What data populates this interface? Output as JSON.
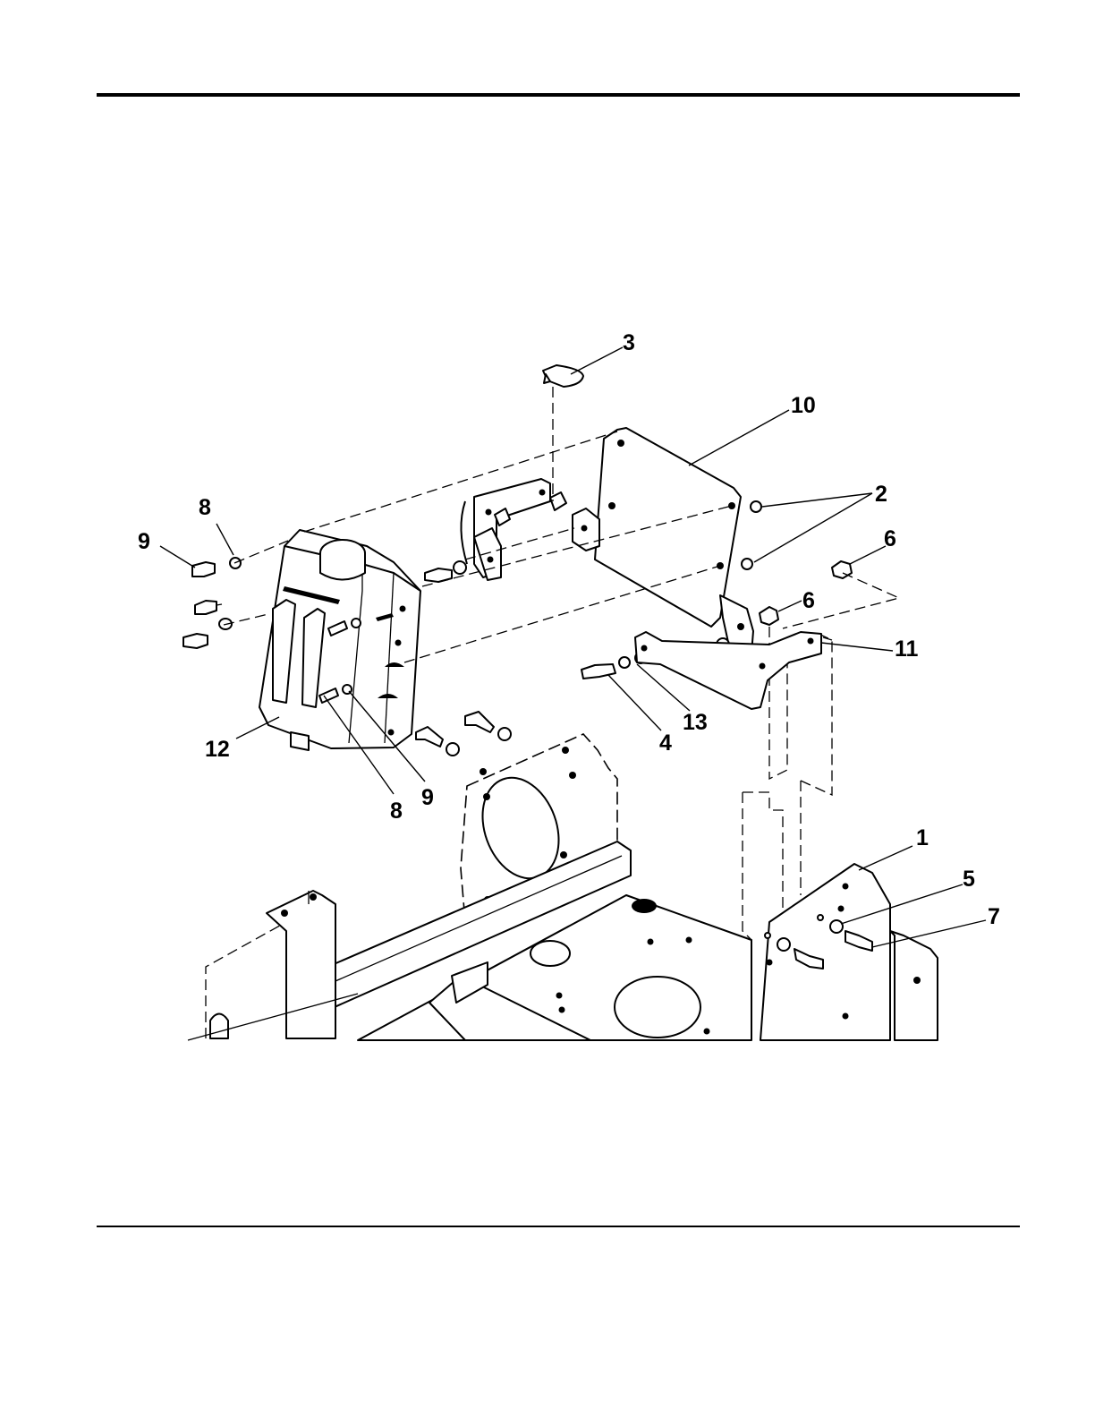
{
  "callouts": [
    {
      "id": "c3",
      "label": "3"
    },
    {
      "id": "c10",
      "label": "10"
    },
    {
      "id": "c2",
      "label": "2"
    },
    {
      "id": "c6a",
      "label": "6"
    },
    {
      "id": "c6b",
      "label": "6"
    },
    {
      "id": "c11",
      "label": "11"
    },
    {
      "id": "c8a",
      "label": "8"
    },
    {
      "id": "c9a",
      "label": "9"
    },
    {
      "id": "c12",
      "label": "12"
    },
    {
      "id": "c8b",
      "label": "8"
    },
    {
      "id": "c9b",
      "label": "9"
    },
    {
      "id": "c4",
      "label": "4"
    },
    {
      "id": "c13",
      "label": "13"
    },
    {
      "id": "c1",
      "label": "1"
    },
    {
      "id": "c5",
      "label": "5"
    },
    {
      "id": "c7",
      "label": "7"
    }
  ]
}
